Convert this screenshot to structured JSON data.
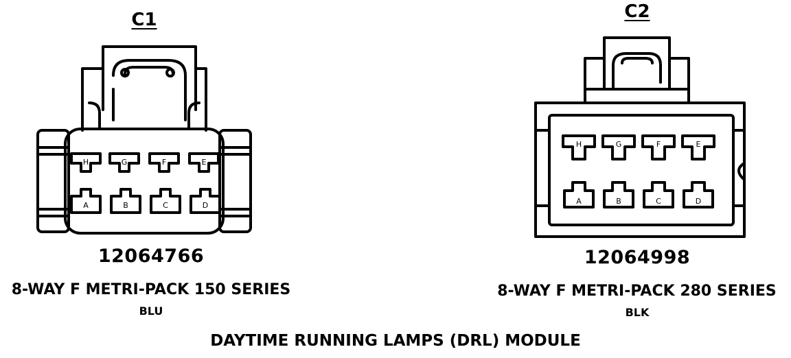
{
  "connectors": [
    {
      "id": "C1",
      "part_number": "12064766",
      "description": "8-WAY F METRI-PACK 150 SERIES",
      "color": "BLU",
      "pins_top": [
        "H",
        "G",
        "F",
        "E"
      ],
      "pins_bottom": [
        "A",
        "B",
        "C",
        "D"
      ]
    },
    {
      "id": "C2",
      "part_number": "12064998",
      "description": "8-WAY F METRI-PACK 280 SERIES",
      "color": "BLK",
      "pins_top": [
        "H",
        "G",
        "F",
        "E"
      ],
      "pins_bottom": [
        "A",
        "B",
        "C",
        "D"
      ]
    }
  ],
  "title": "DAYTIME RUNNING LAMPS (DRL) MODULE"
}
